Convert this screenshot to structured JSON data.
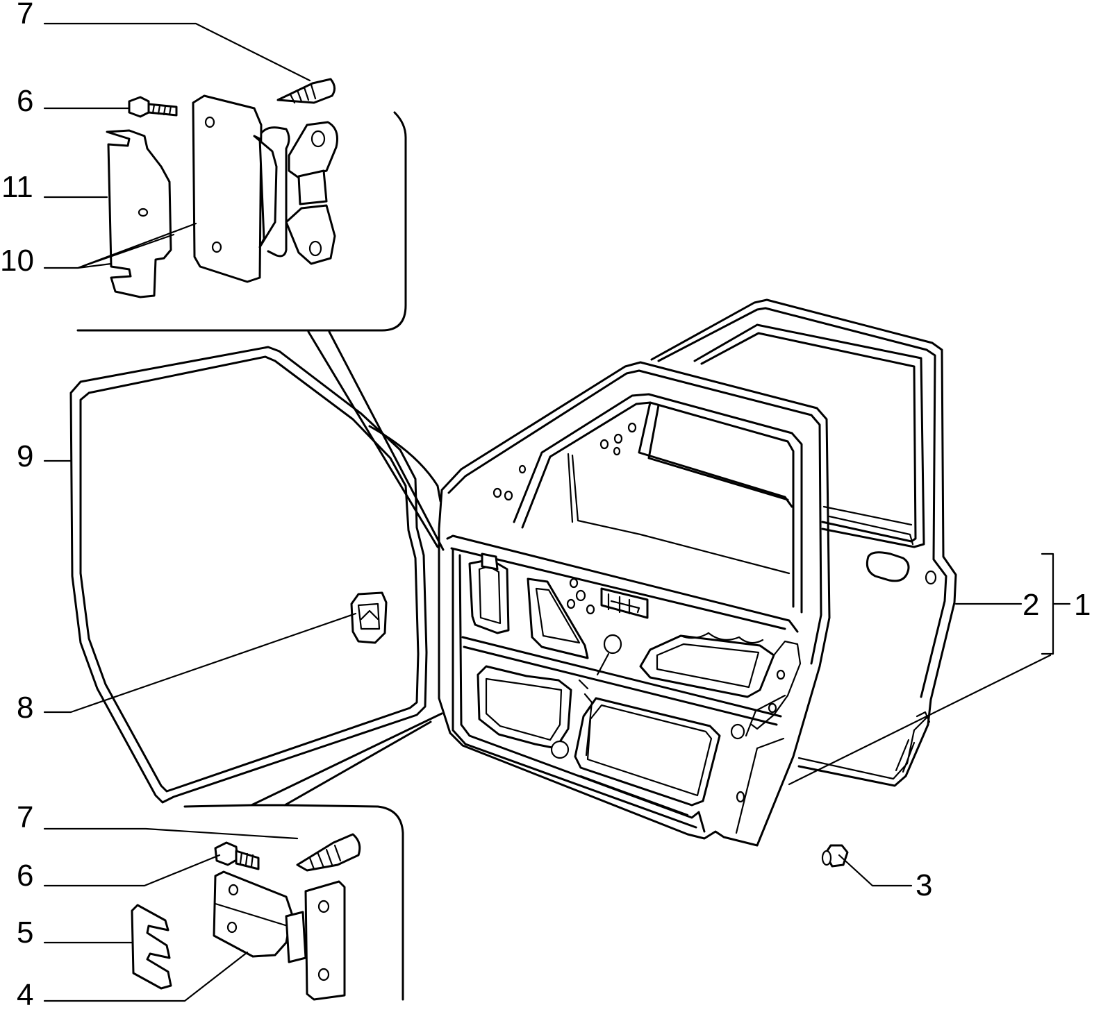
{
  "callouts": {
    "c7_top": "7",
    "c6_top": "6",
    "c11": "11",
    "c10": "10",
    "c9": "9",
    "c8": "8",
    "c7_bottom": "7",
    "c6_bottom": "6",
    "c5": "5",
    "c4": "4",
    "c3": "3",
    "c2": "2",
    "c1": "1"
  }
}
